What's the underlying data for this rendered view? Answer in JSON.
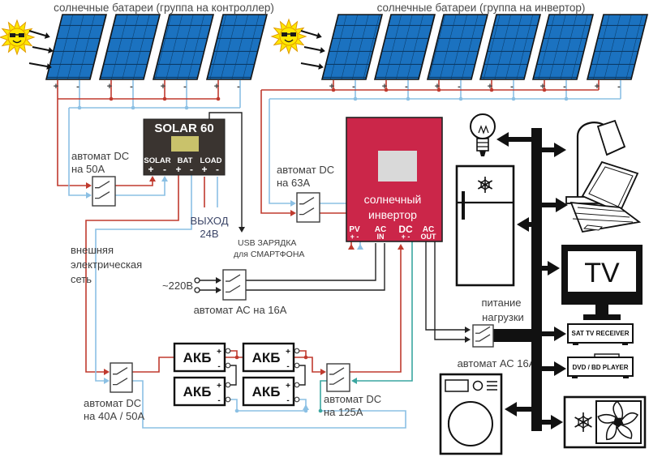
{
  "titles": {
    "left_group": "солнечные батареи (группа на контроллер)",
    "right_group": "солнечные батареи (группа на инвертор)"
  },
  "panels": {
    "plus": "+",
    "minus": "-"
  },
  "controller": {
    "name": "SOLAR 60",
    "terminals": {
      "solar": "SOLAR",
      "bat": "BAT",
      "load": "LOAD",
      "plus": "+",
      "minus": "-"
    },
    "output_line1": "ВЫХОД",
    "output_line2": "24В",
    "usb_line1": "USB ЗАРЯДКА",
    "usb_line2": "для СМАРТФОНА"
  },
  "inverter": {
    "line1": "солнечный",
    "line2": "инвертор",
    "pv": "PV",
    "pv_pm": "+ -",
    "ac_in_1": "AC",
    "ac_in_2": "IN",
    "dc": "DC",
    "dc_pm": "+ -",
    "ac_out_1": "AC",
    "ac_out_2": "OUT"
  },
  "breakers": {
    "dc50_line1": "автомат DC",
    "dc50_line2": "на 50А",
    "dc63_line1": "автомат DC",
    "dc63_line2": "на 63А",
    "ac16_main": "автомат АС на 16А",
    "dc40_line1": "автомат DC",
    "dc40_line2": "на 40А / 50А",
    "dc125_line1": "автомат DC",
    "dc125_line2": "на 125А",
    "ac16_load": "автомат АС 16А"
  },
  "grid": {
    "line1": "внешняя",
    "line2": "электрическая",
    "line3": "сеть",
    "voltage": "~220В"
  },
  "battery": {
    "label": "АКБ",
    "plus": "+",
    "minus": "-"
  },
  "load": {
    "line1": "питание",
    "line2": "нагрузки"
  },
  "devices": {
    "tv": "TV",
    "sat": "SAT TV RECEIVER",
    "dvd": "DVD / BD PLAYER"
  },
  "colors": {
    "wire_red": "#c03a2e",
    "wire_blue": "#8bc0e4",
    "wire_teal": "#3aa6a0",
    "wire_black": "#222222",
    "panel_blue": "#1b72c0",
    "panel_grid": "#0a3a66",
    "inverter_red": "#cb2649",
    "controller_dark": "#3a3430",
    "display_khaki": "#c9c26b",
    "display_gray": "#d9d9d9",
    "sun_yellow": "#ffe800"
  }
}
